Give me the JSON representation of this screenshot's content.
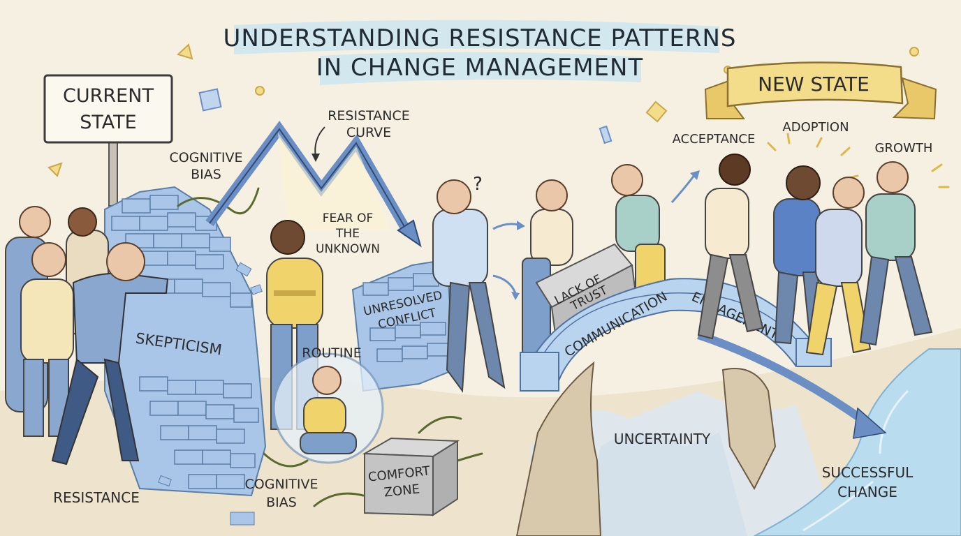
{
  "title": {
    "line1": "UNDERSTANDING RESISTANCE PATTERNS",
    "line2": "IN CHANGE MANAGEMENT"
  },
  "signs": {
    "current_state": [
      "CURRENT",
      "STATE"
    ],
    "new_state": "NEW STATE"
  },
  "labels": {
    "cognitive_bias_top": [
      "COGNITIVE",
      "BIAS"
    ],
    "resistance_curve": [
      "RESISTANCE",
      "CURVE"
    ],
    "fear_unknown": [
      "FEAR OF",
      "THE",
      "UNKNOWN"
    ],
    "skepticism": "SKEPTICISM",
    "unresolved_conflict": [
      "UNRESOLVED",
      "CONFLICT"
    ],
    "routine": "ROUTINE",
    "comfort_zone": [
      "COMFORT",
      "ZONE"
    ],
    "cognitive_bias_bottom": [
      "COGNITIVE",
      "BIAS"
    ],
    "resistance": "RESISTANCE",
    "lack_of_trust": [
      "LACK OF",
      "TRUST"
    ],
    "communication": "COMMUNICATION",
    "engagement": "ENGAGEMENT",
    "uncertainty": "UNCERTAINTY",
    "successful_change": [
      "SUCCESSFUL",
      "CHANGE"
    ],
    "acceptance": "ACCEPTANCE",
    "adoption": "ADOPTION",
    "growth": "GROWTH",
    "question_mark": "?"
  },
  "colors": {
    "background": "#f6f0e2",
    "brick": "#a9c6e8",
    "title_highlight": "#cfe6f1",
    "banner": "#f3dc8a",
    "river": "#b9dcef",
    "curve": "#6b8fc4"
  },
  "icons": [
    "thorn-vine-icon",
    "question-mark-icon",
    "curved-arrow-icon",
    "bubble-icon",
    "sparkle-icon",
    "confetti-icon"
  ]
}
